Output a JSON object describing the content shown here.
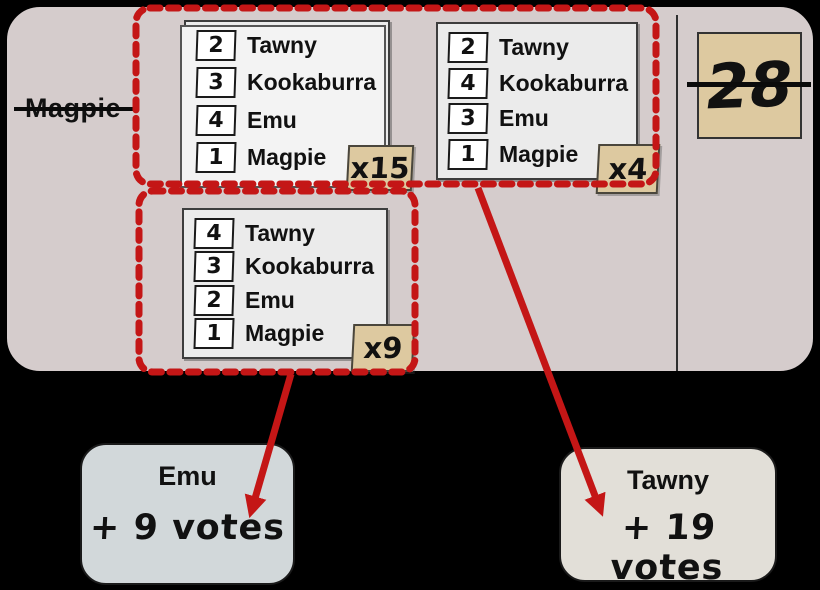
{
  "colors": {
    "page-bg": "#000000",
    "board-bg": "#d5cccc",
    "accent-red": "#c41616",
    "tan": "#ddc9a0",
    "card-bg": "#ebebeb",
    "emu-box-bg": "#d2d8da",
    "tawny-box-bg": "#e2dfd8",
    "ink": "#111111"
  },
  "board": {
    "eliminated_label": "Magpie",
    "total_votes": "28"
  },
  "ballots": [
    {
      "count": "x15",
      "rows": [
        {
          "rank": "2",
          "candidate": "Tawny"
        },
        {
          "rank": "3",
          "candidate": "Kookaburra"
        },
        {
          "rank": "4",
          "candidate": "Emu"
        },
        {
          "rank": "1",
          "candidate": "Magpie"
        }
      ]
    },
    {
      "count": "x4",
      "rows": [
        {
          "rank": "2",
          "candidate": "Tawny"
        },
        {
          "rank": "4",
          "candidate": "Kookaburra"
        },
        {
          "rank": "3",
          "candidate": "Emu"
        },
        {
          "rank": "1",
          "candidate": "Magpie"
        }
      ]
    },
    {
      "count": "x9",
      "rows": [
        {
          "rank": "4",
          "candidate": "Tawny"
        },
        {
          "rank": "3",
          "candidate": "Kookaburra"
        },
        {
          "rank": "2",
          "candidate": "Emu"
        },
        {
          "rank": "1",
          "candidate": "Magpie"
        }
      ]
    }
  ],
  "results": [
    {
      "candidate": "Emu",
      "delta": "+ 9 votes"
    },
    {
      "candidate": "Tawny",
      "delta": "+ 19 votes"
    }
  ]
}
